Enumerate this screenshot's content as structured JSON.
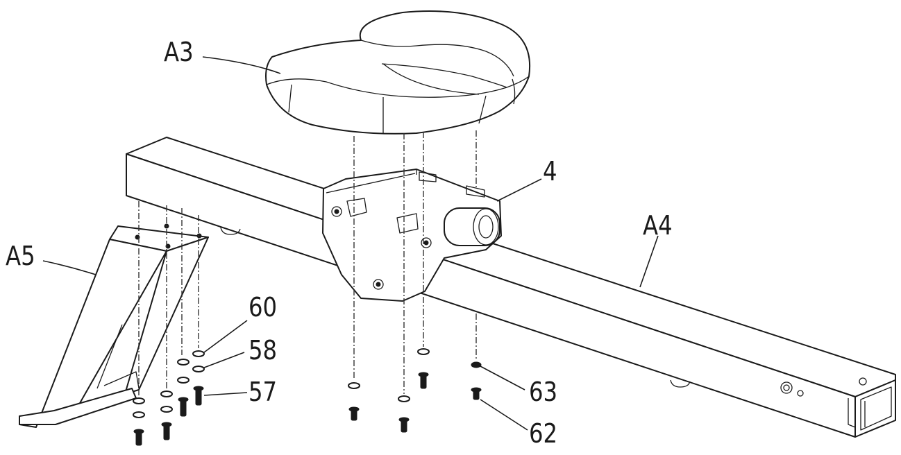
{
  "labels": {
    "a3": "A3",
    "a4": "A4",
    "a5": "A5",
    "part_4": "4",
    "part_60": "60",
    "part_58": "58",
    "part_57": "57",
    "part_63": "63",
    "part_62": "62"
  },
  "colors": {
    "line": "#1a1a1a",
    "background": "#ffffff"
  }
}
